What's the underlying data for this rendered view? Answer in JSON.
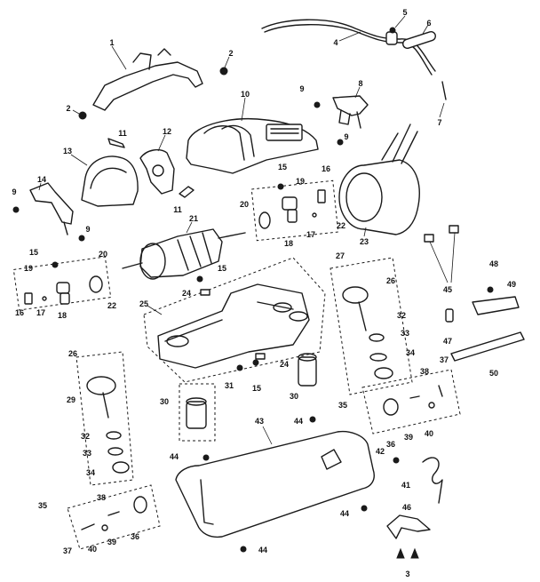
{
  "diagram": {
    "callouts": [
      {
        "key": "c1",
        "text": "1"
      },
      {
        "key": "c2a",
        "text": "2"
      },
      {
        "key": "c2b",
        "text": "2"
      },
      {
        "key": "c3",
        "text": "3"
      },
      {
        "key": "c4",
        "text": "4"
      },
      {
        "key": "c5",
        "text": "5"
      },
      {
        "key": "c6",
        "text": "6"
      },
      {
        "key": "c7",
        "text": "7"
      },
      {
        "key": "c8",
        "text": "8"
      },
      {
        "key": "c9a",
        "text": "9"
      },
      {
        "key": "c9b",
        "text": "9"
      },
      {
        "key": "c9c",
        "text": "9"
      },
      {
        "key": "c9d",
        "text": "9"
      },
      {
        "key": "c10",
        "text": "10"
      },
      {
        "key": "c11a",
        "text": "11"
      },
      {
        "key": "c11b",
        "text": "11"
      },
      {
        "key": "c12",
        "text": "12"
      },
      {
        "key": "c13",
        "text": "13"
      },
      {
        "key": "c14",
        "text": "14"
      },
      {
        "key": "c15a",
        "text": "15"
      },
      {
        "key": "c15b",
        "text": "15"
      },
      {
        "key": "c15c",
        "text": "15"
      },
      {
        "key": "c15d",
        "text": "15"
      },
      {
        "key": "c16a",
        "text": "16"
      },
      {
        "key": "c16b",
        "text": "16"
      },
      {
        "key": "c17a",
        "text": "17"
      },
      {
        "key": "c17b",
        "text": "17"
      },
      {
        "key": "c18a",
        "text": "18"
      },
      {
        "key": "c18b",
        "text": "18"
      },
      {
        "key": "c19a",
        "text": "19"
      },
      {
        "key": "c19b",
        "text": "19"
      },
      {
        "key": "c20a",
        "text": "20"
      },
      {
        "key": "c20b",
        "text": "20"
      },
      {
        "key": "c21",
        "text": "21"
      },
      {
        "key": "c22a",
        "text": "22"
      },
      {
        "key": "c22b",
        "text": "22"
      },
      {
        "key": "c23",
        "text": "23"
      },
      {
        "key": "c24a",
        "text": "24"
      },
      {
        "key": "c24b",
        "text": "24"
      },
      {
        "key": "c25",
        "text": "25"
      },
      {
        "key": "c26a",
        "text": "26"
      },
      {
        "key": "c26b",
        "text": "26"
      },
      {
        "key": "c27",
        "text": "27"
      },
      {
        "key": "c29",
        "text": "29"
      },
      {
        "key": "c30a",
        "text": "30"
      },
      {
        "key": "c30b",
        "text": "30"
      },
      {
        "key": "c31",
        "text": "31"
      },
      {
        "key": "c32a",
        "text": "32"
      },
      {
        "key": "c32b",
        "text": "32"
      },
      {
        "key": "c33a",
        "text": "33"
      },
      {
        "key": "c33b",
        "text": "33"
      },
      {
        "key": "c34a",
        "text": "34"
      },
      {
        "key": "c34b",
        "text": "34"
      },
      {
        "key": "c35a",
        "text": "35"
      },
      {
        "key": "c35b",
        "text": "35"
      },
      {
        "key": "c36a",
        "text": "36"
      },
      {
        "key": "c36b",
        "text": "36"
      },
      {
        "key": "c37a",
        "text": "37"
      },
      {
        "key": "c37b",
        "text": "37"
      },
      {
        "key": "c38a",
        "text": "38"
      },
      {
        "key": "c38b",
        "text": "38"
      },
      {
        "key": "c39a",
        "text": "39"
      },
      {
        "key": "c39b",
        "text": "39"
      },
      {
        "key": "c40a",
        "text": "40"
      },
      {
        "key": "c40b",
        "text": "40"
      },
      {
        "key": "c41",
        "text": "41"
      },
      {
        "key": "c42",
        "text": "42"
      },
      {
        "key": "c43",
        "text": "43"
      },
      {
        "key": "c44a",
        "text": "44"
      },
      {
        "key": "c44b",
        "text": "44"
      },
      {
        "key": "c44c",
        "text": "44"
      },
      {
        "key": "c44d",
        "text": "44"
      },
      {
        "key": "c45",
        "text": "45"
      },
      {
        "key": "c46",
        "text": "46"
      },
      {
        "key": "c47",
        "text": "47"
      },
      {
        "key": "c48",
        "text": "48"
      },
      {
        "key": "c49",
        "text": "49"
      },
      {
        "key": "c50",
        "text": "50"
      }
    ]
  }
}
